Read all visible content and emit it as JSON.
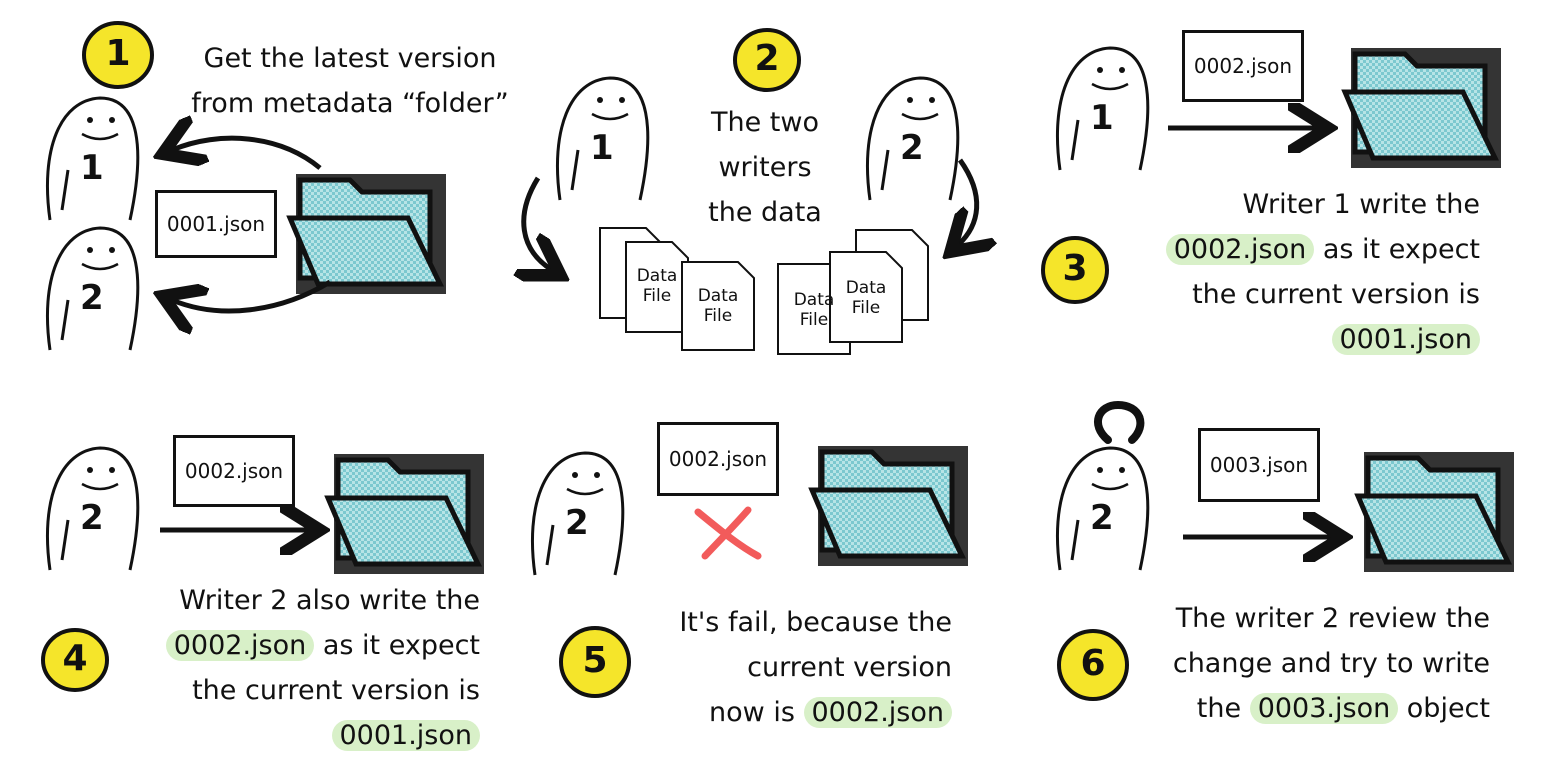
{
  "steps": [
    {
      "number": "1",
      "caption_lines": [
        "Get the latest version",
        "from metadata “folder”"
      ],
      "file": "0001.json",
      "writers": [
        "1",
        "2"
      ]
    },
    {
      "number": "2",
      "caption_lines": [
        "The two",
        "writers",
        "the data"
      ],
      "writers": [
        "1",
        "2"
      ],
      "data_file_label": "Data File"
    },
    {
      "number": "3",
      "file": "0002.json",
      "writer": "1",
      "caption": {
        "l1": "Writer 1 write the",
        "l2_hl": "0002.json",
        "l2_rest": " as it expect",
        "l3": "the current version is",
        "l4_hl": "0001.json"
      }
    },
    {
      "number": "4",
      "file": "0002.json",
      "writer": "2",
      "caption": {
        "l1": "Writer 2 also write the",
        "l2_hl": "0002.json",
        "l2_rest": " as it expect",
        "l3": "the current version is",
        "l4_hl": "0001.json"
      }
    },
    {
      "number": "5",
      "file": "0002.json",
      "writer": "2",
      "caption": {
        "l1": "It's fail, because the",
        "l2": "current version",
        "l3_pre": "now is ",
        "l3_hl": "0002.json"
      }
    },
    {
      "number": "6",
      "file": "0003.json",
      "writer": "2",
      "caption": {
        "l1": "The writer 2 review the",
        "l2": "change and try to write",
        "l3_pre": "the ",
        "l3_hl": "0003.json",
        "l3_post": " object"
      }
    }
  ],
  "colors": {
    "badge": "#f5e52a",
    "folder": "#9fd6da",
    "folder_dark": "#5fb5bd",
    "highlight": "#d8f0c8",
    "fail_x": "#f25b5b"
  }
}
